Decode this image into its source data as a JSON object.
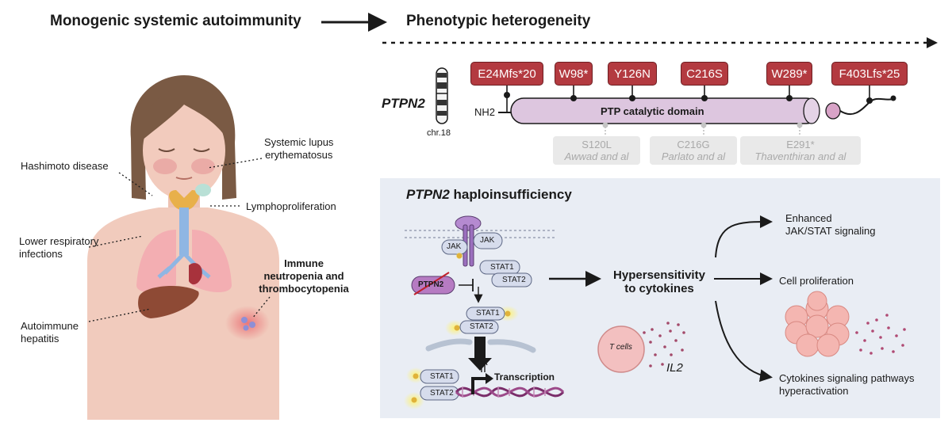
{
  "header": {
    "left_title": "Monogenic systemic autoimmunity",
    "right_title": "Phenotypic heterogeneity"
  },
  "gene": {
    "name": "PTPN2",
    "chromosome": "chr.18",
    "nh2": "NH2",
    "domain": "PTP catalytic domain"
  },
  "mutations": [
    "E24Mfs*20",
    "W98*",
    "Y126N",
    "C216S",
    "W289*",
    "F403Lfs*25"
  ],
  "reported": [
    {
      "variant": "S120L",
      "ref": "Awwad and al"
    },
    {
      "variant": "C216G",
      "ref": "Parlato and al"
    },
    {
      "variant": "E291*",
      "ref": "Thaventhiran and al"
    }
  ],
  "phenotypes": {
    "hashimoto": "Hashimoto disease",
    "lupus": [
      "Systemic lupus",
      "erythematosus"
    ],
    "lympho": "Lymphoproliferation",
    "respiratory": [
      "Lower respiratory",
      "infections"
    ],
    "cytopenia": [
      "Immune",
      "neutropenia and",
      "thrombocytopenia"
    ],
    "hepatitis": [
      "Autoimmune",
      "hepatitis"
    ]
  },
  "panel": {
    "title_italic": "PTPN2",
    "title_rest": " haploinsufficiency",
    "jak": "JAK",
    "stat1": "STAT1",
    "stat2": "STAT2",
    "ptpn2": "PTPN2",
    "p": "P",
    "transcription": "Transcription",
    "hypersensitivity": [
      "Hypersensitivity",
      "to cytokines"
    ],
    "t_cells": "T cells",
    "il2": "IL2",
    "outcomes": {
      "jakstat": [
        "Enhanced",
        "JAK/STAT signaling"
      ],
      "proliferation": "Cell proliferation",
      "cytokines": [
        "Cytokines signaling pathways",
        "hyperactivation"
      ]
    }
  },
  "colors": {
    "mutation_fill": "#b33a40",
    "domain_fill": "#ddc6df",
    "panel_bg": "#e9edf4",
    "reported_gray": "#a9a9a9"
  }
}
